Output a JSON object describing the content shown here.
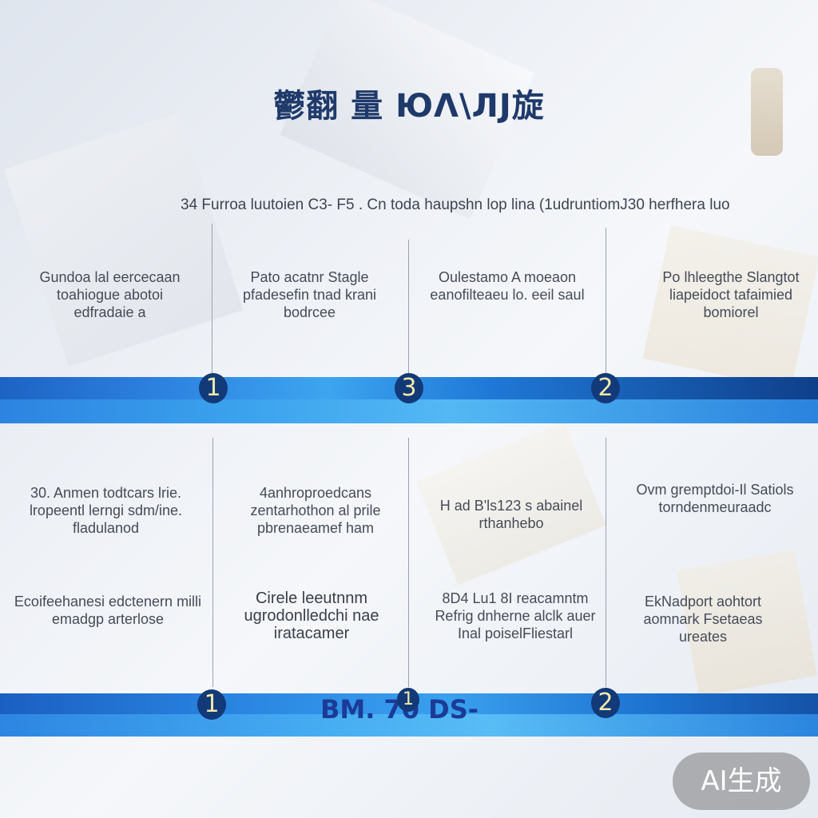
{
  "title": "鬱翻 量 ЮΛ\\ЛJ旋",
  "subtitle": "34 Furroa luutoien C3- F5 . Cn toda haupshn lop lina (1udruntiomJ30 herfhera luo",
  "row1": {
    "cells": [
      "Gundoa lal eercecaan toahiogue abotoi edfradaie a",
      "Pato acatnr Stagle pfadesefin tnad krani bodrcee",
      "Oulestamo A moeaon eanofilteaeu lo. eeil saul",
      "Po lhleegthe Slangtot liapeidoct tafaimied bomiorel"
    ],
    "nodes": [
      "1",
      "3",
      "2"
    ]
  },
  "row2": {
    "cells_top": [
      "30. Anmen todtcars lrie. lropeentl lerngi sdm/ine. fladulanod",
      "4anhroproedcans zentarhothon al prile pbrenaeamef ham",
      "H ad B'ls123 s abainel rthanhebo",
      "Ovm gremptdoi-Il Satiols torndenmeuraadc"
    ],
    "cells_bottom": [
      "Ecoifeehanesi edctenern milli emadgp arterlose",
      "Cirele leeutnnm ugrodonlledchi nae iratacamer",
      "8D4 Lu1 8I reacamntm Refrig dnherne alclk auer Inal poiselFliestarl",
      "EkNadport aohtort aomnark Fsetaeas ureates"
    ],
    "nodes": [
      "1",
      "1",
      "2"
    ]
  },
  "bottom_overlay": "BM. 70 DS-",
  "badge": "AI生成"
}
